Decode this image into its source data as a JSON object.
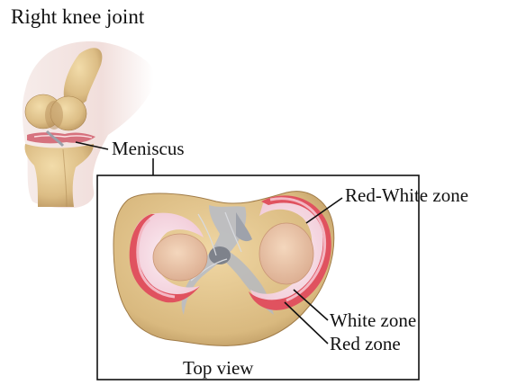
{
  "diagram": {
    "title": "Right knee joint",
    "labels": {
      "meniscus": "Meniscus",
      "red_white_zone": "Red-White zone",
      "white_zone": "White zone",
      "red_zone": "Red zone",
      "top_view": "Top view"
    }
  },
  "colors": {
    "bone": "#e3c690",
    "bone_shadow": "#b89460",
    "cartilage": "#f2d9cf",
    "meniscus_red": "#e0525f",
    "meniscus_pink": "#f3b8c4",
    "meniscus_white": "#f7e6ee",
    "ligament": "#b9bcc4",
    "skin": "#f3e4e2",
    "line": "#111111"
  }
}
